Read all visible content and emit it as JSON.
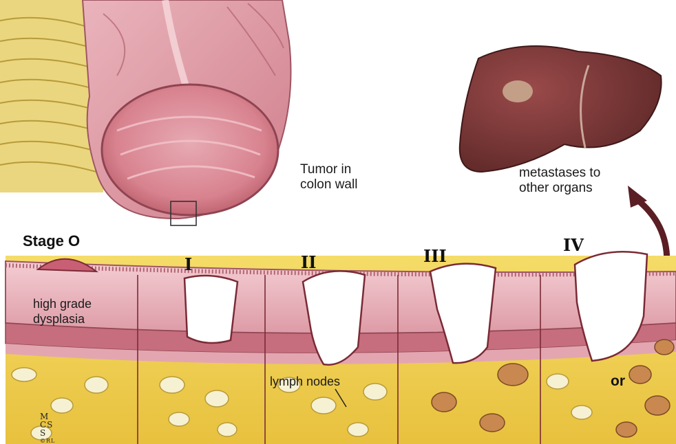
{
  "labels": {
    "tumor": [
      "Tumor in",
      "colon wall"
    ],
    "metastases": [
      "metastases to",
      "other organs"
    ],
    "stage0": "Stage O",
    "dysplasia": [
      "high grade",
      "dysplasia"
    ],
    "stage_I": "I",
    "stage_II": "II",
    "stage_III": "III",
    "stage_IV": "IV",
    "lymph_nodes": "lymph nodes",
    "or": "or"
  },
  "signature": [
    "M",
    "CS",
    "S",
    "©RL"
  ],
  "colors": {
    "colon_wall": "#e3a3ad",
    "colon_lumen": "#d98893",
    "mucosa": "#f0c4cb",
    "fat": "#f2d35a",
    "tumor": "#ffffff",
    "tumor_outline": "#7a2a35",
    "liver": "#7e3a3a",
    "lymph_node": "#f6f1d2",
    "metastatic_node": "#c9884f",
    "arrow": "#5a1e24"
  }
}
